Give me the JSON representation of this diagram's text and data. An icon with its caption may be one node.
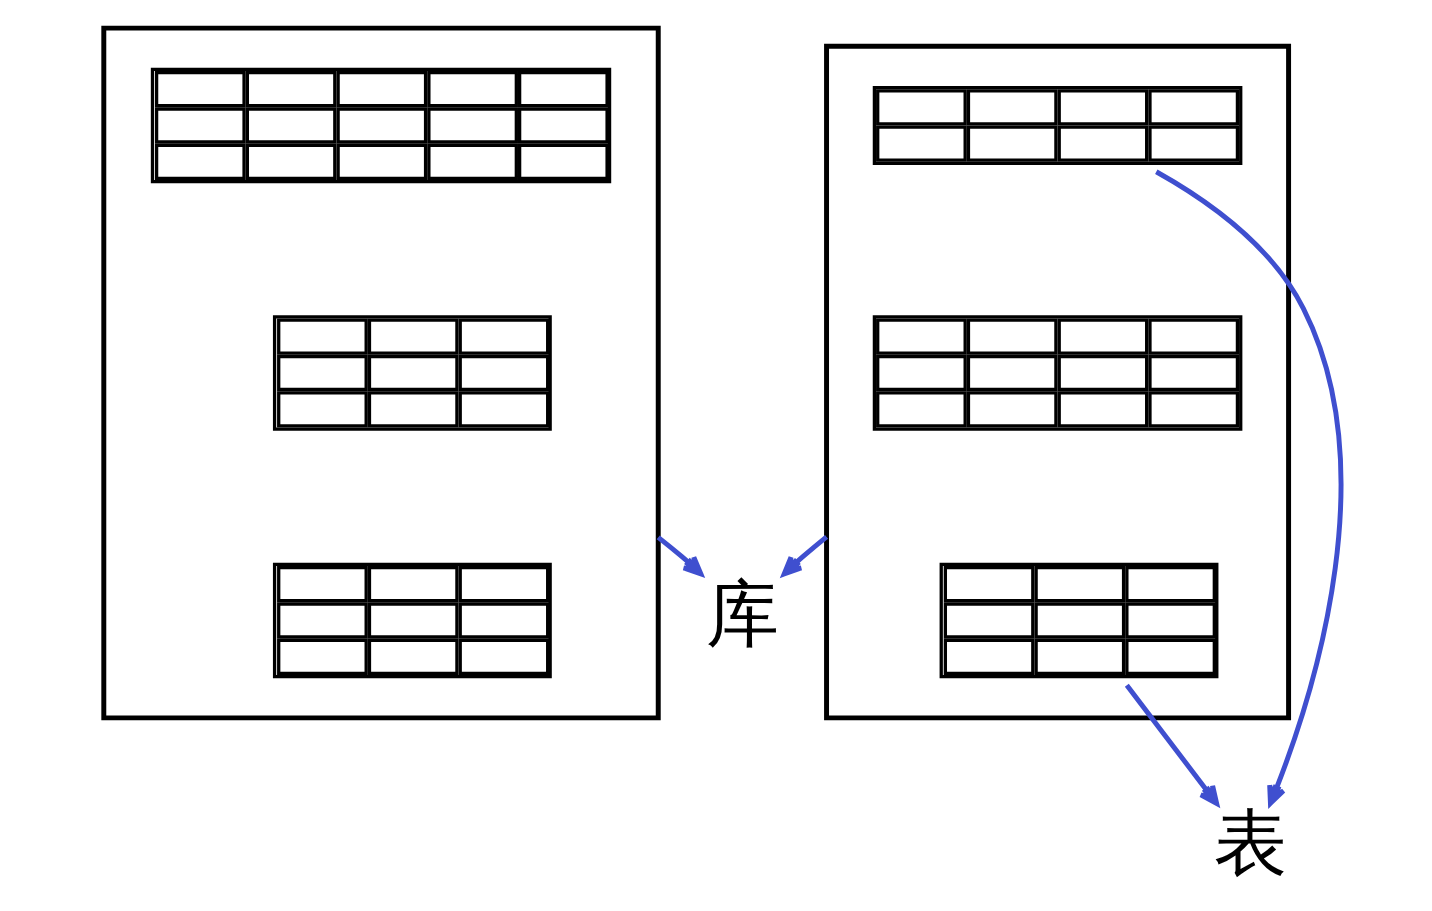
{
  "diagram": {
    "nodes": [
      {
        "text": [],
        "shape": "box"
      },
      {
        "text": [],
        "shape": "table",
        "in": 0
      },
      {
        "text": [],
        "shape": "table",
        "in": 0
      },
      {
        "text": [],
        "shape": "table",
        "in": 0
      },
      {
        "text": [],
        "shape": "box"
      },
      {
        "text": [],
        "shape": "table",
        "in": 4
      },
      {
        "text": [],
        "shape": "table",
        "in": 4
      },
      {
        "text": [],
        "shape": "table",
        "in": 4
      },
      {
        "text": [
          "表"
        ]
      },
      {
        "text": [
          "库"
        ]
      }
    ],
    "edges": [
      {
        "from": 0,
        "to": 9,
        "arrow": "to"
      },
      {
        "from": 4,
        "to": 9,
        "arrow": "to"
      },
      {
        "from": 5,
        "to": 8,
        "arrow": "to"
      },
      {
        "from": 7,
        "to": 8,
        "arrow": "to"
      }
    ]
  }
}
